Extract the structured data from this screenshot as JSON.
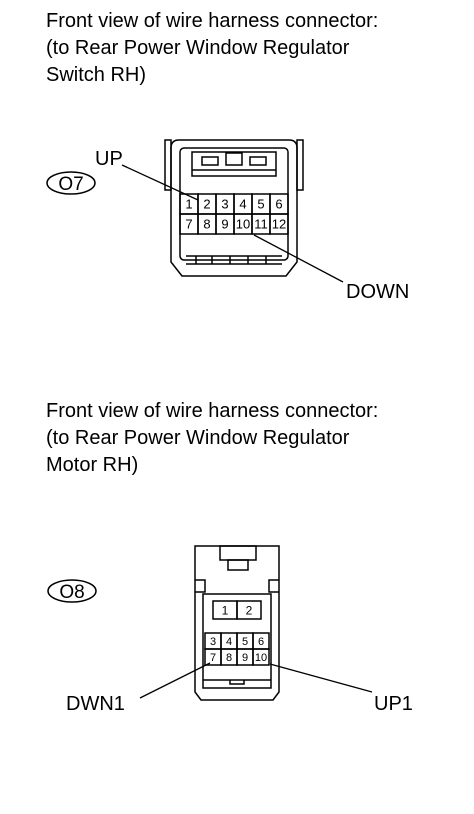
{
  "section_1": {
    "caption_lines": [
      "Front view of wire harness connector:",
      "(to Rear Power Window Regulator",
      "Switch RH)"
    ],
    "connector_code": "O7",
    "pins": [
      "1",
      "2",
      "3",
      "4",
      "5",
      "6",
      "7",
      "8",
      "9",
      "10",
      "11",
      "12"
    ],
    "labels": {
      "up": "UP",
      "down": "DOWN"
    }
  },
  "section_2": {
    "caption_lines": [
      "Front view of wire harness connector:",
      "(to Rear Power Window Regulator",
      "Motor RH)"
    ],
    "connector_code": "O8",
    "pins_top": [
      "1",
      "2"
    ],
    "pins": [
      "3",
      "4",
      "5",
      "6",
      "7",
      "8",
      "9",
      "10"
    ],
    "labels": {
      "down1": "DWN1",
      "up1": "UP1"
    }
  }
}
